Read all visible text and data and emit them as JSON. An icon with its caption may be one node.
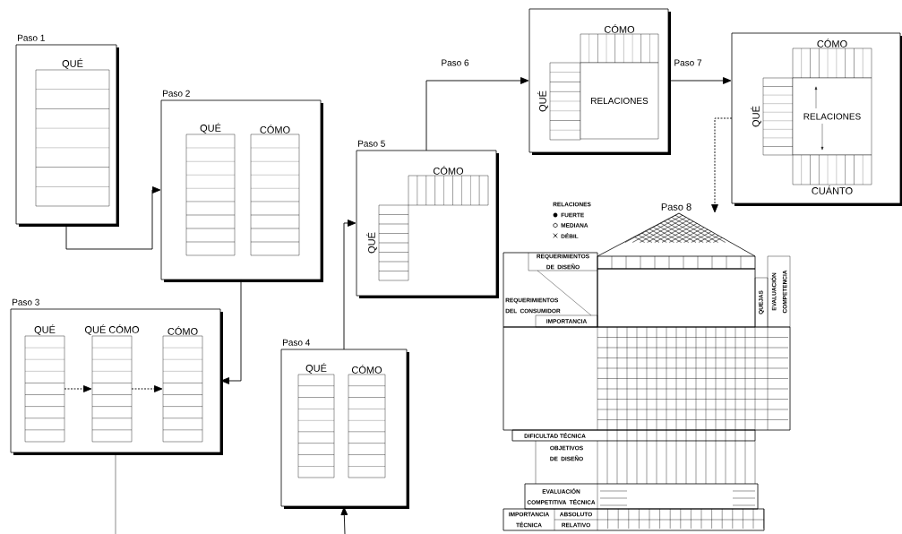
{
  "diagram": {
    "nodes": [
      {
        "text": [
          "Paso 1"
        ]
      },
      {
        "text": [
          "QUÉ"
        ],
        "in": 0
      },
      {
        "text": [
          "Paso 2"
        ]
      },
      {
        "text": [
          "QUÉ"
        ],
        "in": 2
      },
      {
        "text": [
          "CÓMO"
        ],
        "in": 2
      },
      {
        "text": [
          "Paso 3"
        ]
      },
      {
        "text": [
          "QUÉ"
        ],
        "in": 5
      },
      {
        "text": [
          "QUÉ CÓMO"
        ],
        "in": 5
      },
      {
        "text": [
          "CÓMO"
        ],
        "in": 5
      },
      {
        "text": [
          "Paso 4"
        ]
      },
      {
        "text": [
          "QUÉ"
        ],
        "in": 9
      },
      {
        "text": [
          "CÓMO"
        ],
        "in": 9
      },
      {
        "text": [
          "Paso 5"
        ]
      },
      {
        "text": [
          "CÓMO"
        ],
        "in": 12
      },
      {
        "text": [
          "QUÉ"
        ],
        "in": 12
      },
      {
        "text": [],
        "shape": "box"
      },
      {
        "text": [
          "CÓMO"
        ],
        "in": 15
      },
      {
        "text": [
          "QUÉ"
        ],
        "in": 15
      },
      {
        "text": [
          "RELACIONES"
        ],
        "in": 15
      },
      {
        "text": [],
        "shape": "box"
      },
      {
        "text": [
          "CÓMO"
        ],
        "in": 19
      },
      {
        "text": [
          "QUÉ"
        ],
        "in": 19
      },
      {
        "text": [
          "RELACIONES"
        ],
        "in": 19
      },
      {
        "text": [
          "CUÁNTO"
        ],
        "in": 19
      },
      {
        "text": [
          "Paso 8"
        ]
      }
    ],
    "edges": [
      {
        "from": 0,
        "to": 2,
        "arrow": "to"
      },
      {
        "from": 2,
        "to": 5,
        "arrow": "to"
      },
      {
        "from": 6,
        "to": 7,
        "arrow": "to",
        "style": "dashed"
      },
      {
        "from": 7,
        "to": 8,
        "arrow": "to",
        "style": "dashed"
      },
      {
        "from": 5,
        "to": null,
        "arrow": "none"
      },
      {
        "from": null,
        "to": 9,
        "arrow": "to"
      },
      {
        "from": 9,
        "to": 12,
        "arrow": "to"
      },
      {
        "from": 12,
        "to": 15,
        "arrow": "to",
        "label": "Paso 6"
      },
      {
        "from": 15,
        "to": 19,
        "arrow": "to",
        "label": "Paso 7"
      },
      {
        "from": 19,
        "to": 24,
        "arrow": "to",
        "style": "dashed"
      }
    ],
    "labels": [
      "RELACIONES",
      "REQUERIMIENTOS DE DISEÑO",
      "REQUERIMIENTOS DEL CONSUMIDOR",
      "IMPORTANCIA",
      "QUEJAS",
      "EVALUACIÓN COMPETENCIA",
      "DIFICULTAD TÉCNICA",
      "OBJETIVOS DE DISEÑO",
      "EVALUACIÓN COMPETITIVA TÉCNICA",
      "IMPORTANCIA TÉCNICA",
      "ABSOLUTO",
      "RELATIVO"
    ],
    "legend": [
      {
        "text": "FUERTE"
      },
      {
        "text": "MEDIANA"
      },
      {
        "text": "DÉBIL"
      }
    ]
  }
}
